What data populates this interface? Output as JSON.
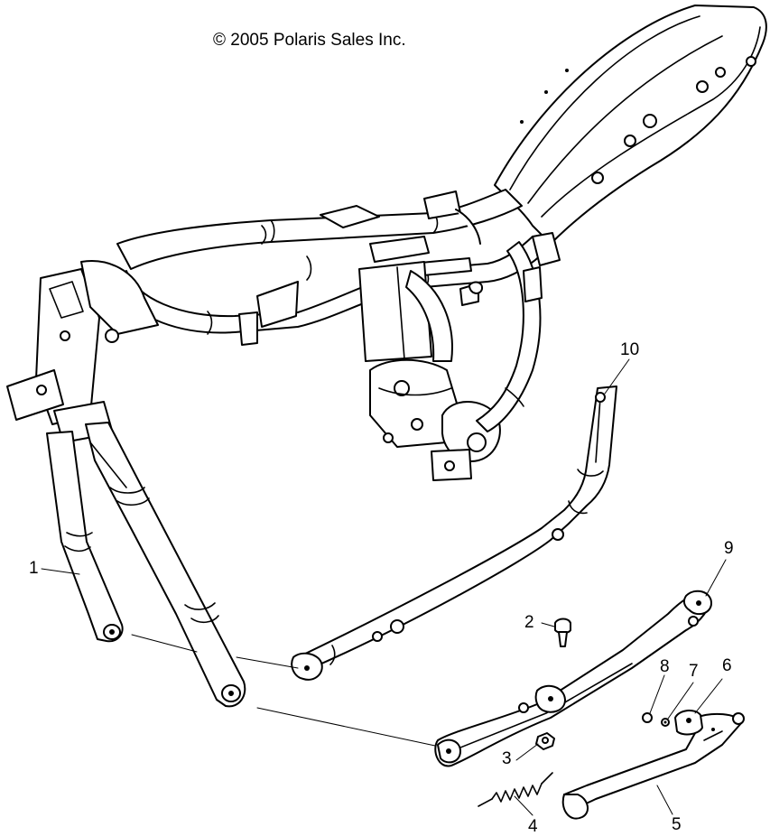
{
  "copyright": "© 2005 Polaris Sales Inc.",
  "callouts": [
    {
      "id": "1",
      "label": "1"
    },
    {
      "id": "2",
      "label": "2"
    },
    {
      "id": "3",
      "label": "3"
    },
    {
      "id": "4",
      "label": "4"
    },
    {
      "id": "5",
      "label": "5"
    },
    {
      "id": "6",
      "label": "6"
    },
    {
      "id": "7",
      "label": "7"
    },
    {
      "id": "8",
      "label": "8"
    },
    {
      "id": "9",
      "label": "9"
    },
    {
      "id": "10",
      "label": "10"
    }
  ]
}
